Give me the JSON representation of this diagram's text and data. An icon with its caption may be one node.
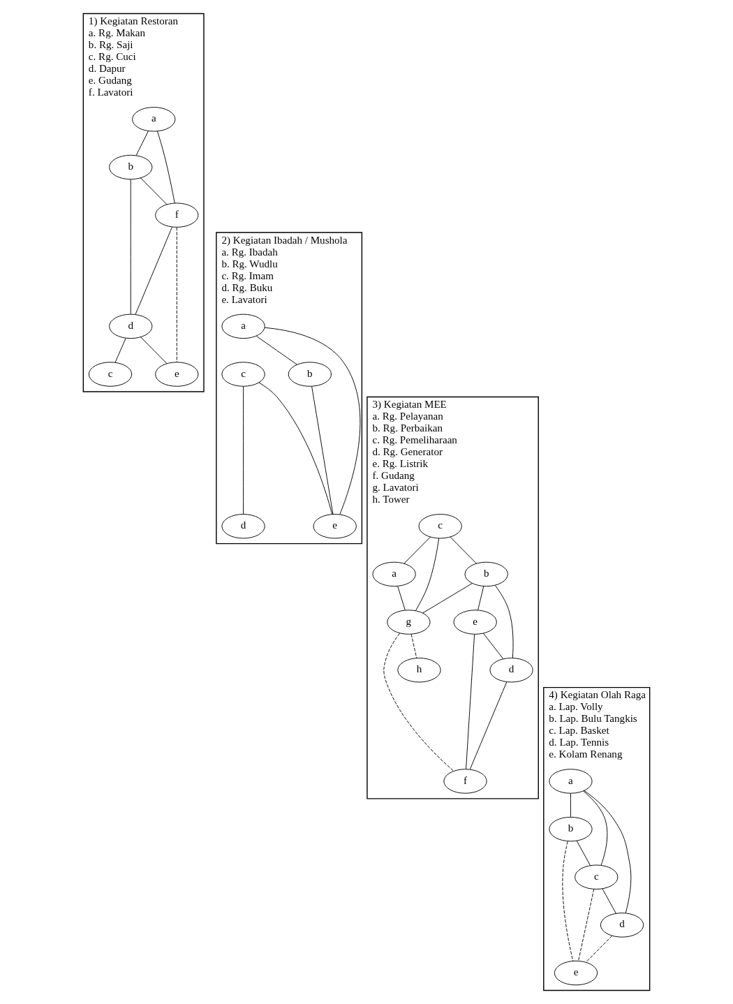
{
  "diagram": {
    "nodes": [
      {
        "text": [
          "1) Kegiatan Restoran",
          "a. Rg. Makan",
          "b. Rg. Saji",
          "c. Rg. Cuci",
          "d. Dapur",
          "e. Gudang",
          "f. Lavatori"
        ]
      },
      {
        "text": [
          "a"
        ],
        "in": 0
      },
      {
        "text": [
          "b"
        ],
        "in": 0
      },
      {
        "text": [
          "c"
        ],
        "in": 0
      },
      {
        "text": [
          "d"
        ],
        "in": 0
      },
      {
        "text": [
          "e"
        ],
        "in": 0
      },
      {
        "text": [
          "f"
        ],
        "in": 0
      },
      {
        "text": [
          "2) Kegiatan Ibadah / Mushola",
          "a. Rg. Ibadah",
          "b. Rg. Wudlu",
          "c. Rg. Imam",
          "d. Rg. Buku",
          "e. Lavatori"
        ]
      },
      {
        "text": [
          "a"
        ],
        "in": 7
      },
      {
        "text": [
          "b"
        ],
        "in": 7
      },
      {
        "text": [
          "c"
        ],
        "in": 7
      },
      {
        "text": [
          "d"
        ],
        "in": 7
      },
      {
        "text": [
          "e"
        ],
        "in": 7
      },
      {
        "text": [
          "3) Kegiatan MEE",
          "a. Rg. Pelayanan",
          "b. Rg. Perbaikan",
          "c. Rg. Pemeliharaan",
          "d. Rg. Generator",
          "e. Rg. Listrik",
          "f. Gudang",
          "g. Lavatori",
          "h. Tower"
        ]
      },
      {
        "text": [
          "a"
        ],
        "in": 13
      },
      {
        "text": [
          "b"
        ],
        "in": 13
      },
      {
        "text": [
          "c"
        ],
        "in": 13
      },
      {
        "text": [
          "d"
        ],
        "in": 13
      },
      {
        "text": [
          "e"
        ],
        "in": 13
      },
      {
        "text": [
          "f"
        ],
        "in": 13
      },
      {
        "text": [
          "g"
        ],
        "in": 13
      },
      {
        "text": [
          "h"
        ],
        "in": 13
      },
      {
        "text": [
          "4) Kegiatan Olah Raga",
          "a. Lap. Volly",
          "b. Lap. Bulu Tangkis",
          "c. Lap. Basket",
          "d. Lap. Tennis",
          "e. Kolam Renang"
        ]
      },
      {
        "text": [
          "a"
        ],
        "in": 22
      },
      {
        "text": [
          "b"
        ],
        "in": 22
      },
      {
        "text": [
          "c"
        ],
        "in": 22
      },
      {
        "text": [
          "d"
        ],
        "in": 22
      },
      {
        "text": [
          "e"
        ],
        "in": 22
      }
    ],
    "edges": [
      {
        "from": 1,
        "to": 2,
        "arrow": "none"
      },
      {
        "from": 1,
        "to": 6,
        "arrow": "none"
      },
      {
        "from": 2,
        "to": 6,
        "arrow": "none"
      },
      {
        "from": 2,
        "to": 4,
        "arrow": "none"
      },
      {
        "from": 6,
        "to": 4,
        "arrow": "none"
      },
      {
        "from": 4,
        "to": 3,
        "arrow": "none"
      },
      {
        "from": 4,
        "to": 5,
        "arrow": "none"
      },
      {
        "from": 6,
        "to": 5,
        "arrow": "none",
        "style": "dashed"
      },
      {
        "from": 8,
        "to": 9,
        "arrow": "none"
      },
      {
        "from": 8,
        "to": 12,
        "arrow": "none"
      },
      {
        "from": 9,
        "to": 12,
        "arrow": "none"
      },
      {
        "from": 10,
        "to": 12,
        "arrow": "none"
      },
      {
        "from": 10,
        "to": 11,
        "arrow": "none"
      },
      {
        "from": 16,
        "to": 14,
        "arrow": "none"
      },
      {
        "from": 16,
        "to": 15,
        "arrow": "none"
      },
      {
        "from": 16,
        "to": 20,
        "arrow": "none"
      },
      {
        "from": 14,
        "to": 20,
        "arrow": "none"
      },
      {
        "from": 15,
        "to": 20,
        "arrow": "none"
      },
      {
        "from": 15,
        "to": 18,
        "arrow": "none"
      },
      {
        "from": 15,
        "to": 17,
        "arrow": "none"
      },
      {
        "from": 18,
        "to": 17,
        "arrow": "none"
      },
      {
        "from": 18,
        "to": 19,
        "arrow": "none"
      },
      {
        "from": 17,
        "to": 19,
        "arrow": "none"
      },
      {
        "from": 20,
        "to": 19,
        "arrow": "none",
        "style": "dashed"
      },
      {
        "from": 20,
        "to": 21,
        "arrow": "none",
        "style": "dashed"
      },
      {
        "from": 23,
        "to": 24,
        "arrow": "none"
      },
      {
        "from": 23,
        "to": 25,
        "arrow": "none"
      },
      {
        "from": 23,
        "to": 26,
        "arrow": "none"
      },
      {
        "from": 24,
        "to": 25,
        "arrow": "none"
      },
      {
        "from": 25,
        "to": 26,
        "arrow": "none"
      },
      {
        "from": 24,
        "to": 27,
        "arrow": "none",
        "style": "dashed"
      },
      {
        "from": 25,
        "to": 27,
        "arrow": "none",
        "style": "dashed"
      },
      {
        "from": 26,
        "to": 27,
        "arrow": "none",
        "style": "dashed"
      }
    ]
  }
}
